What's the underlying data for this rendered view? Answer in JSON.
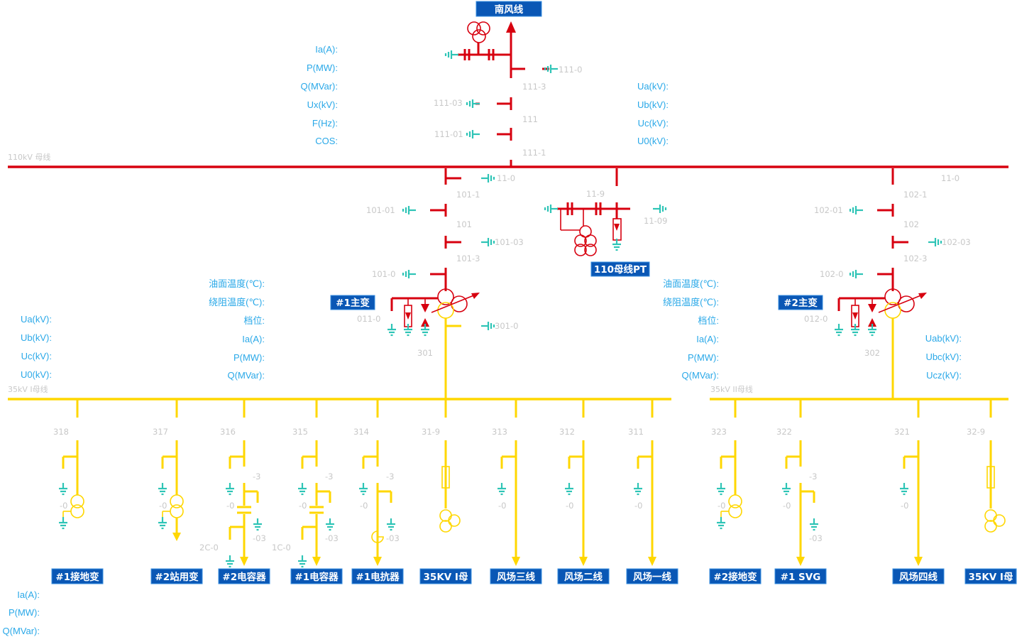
{
  "title": "南风线",
  "colors": {
    "hv_110kv": "#d7000f",
    "lv_35kv": "#ffd700",
    "ground": "#2ec4b6",
    "label_bg": "#0a57b5",
    "measure_text": "#29a8e8",
    "tag_text": "#c8c8c8"
  },
  "line_111": {
    "measurements": [
      "Ia(A):",
      "P(MW):",
      "Q(MVar):",
      "Ux(kV):",
      "F(Hz):",
      "COS:"
    ],
    "tags": {
      "s1110": "111-0",
      "s1113": "111-3",
      "s11103": "111-03",
      "b111": "111",
      "s11101": "111-01",
      "s1111": "111-1"
    }
  },
  "bus110": {
    "name": "110kV 母线",
    "measurements": [
      "Ua(kV):",
      "Ub(kV):",
      "Uc(kV):",
      "U0(kV):"
    ]
  },
  "pt110": {
    "label": "110母线PT",
    "tags": {
      "s119": "11-9",
      "s1109": "11-09"
    }
  },
  "bay101": {
    "tags": {
      "s110": "11-0",
      "s1011": "101-1",
      "s10101": "101-01",
      "b101": "101",
      "s10103": "101-03",
      "s1013": "101-3",
      "s1010": "101-0",
      "s0110": "011-0",
      "s3010": "301-0",
      "b301": "301"
    }
  },
  "bay102": {
    "tags": {
      "s110": "11-0",
      "s1021": "102-1",
      "s10201": "102-01",
      "b102": "102",
      "s10203": "102-03",
      "s1023": "102-3",
      "s1020": "102-0",
      "s0120": "012-0",
      "b302": "302"
    }
  },
  "transformer1": {
    "label": "#1主变",
    "measurements": [
      "油面温度(℃):",
      "绕阻温度(℃):",
      "档位:",
      "Ia(A):",
      "P(MW):",
      "Q(MVar):"
    ]
  },
  "transformer2": {
    "label": "#2主变",
    "measurements": [
      "油面温度(℃):",
      "绕阻温度(℃):",
      "档位:",
      "Ia(A):",
      "P(MW):",
      "Q(MVar):"
    ]
  },
  "bus35_1": {
    "name": "35kV I母线",
    "measurements": [
      "Ua(kV):",
      "Ub(kV):",
      "Uc(kV):",
      "U0(kV):"
    ]
  },
  "bus35_2": {
    "name": "35kV II母线",
    "measurements": [
      "Uab(kV):",
      "Ubc(kV):",
      "Ucz(kV):"
    ]
  },
  "feeders": [
    {
      "id": "318",
      "label": "#1接地变",
      "sub": {
        "g0": "-0"
      }
    },
    {
      "id": "317",
      "label": "#2站用变",
      "sub": {
        "g0": "-0"
      }
    },
    {
      "id": "316",
      "label": "#2电容器",
      "sub": {
        "g0": "-0",
        "s3": "-3",
        "s03": "-03",
        "c0": "2C-0"
      }
    },
    {
      "id": "315",
      "label": "#1电容器",
      "sub": {
        "g0": "-0",
        "s3": "-3",
        "s03": "-03",
        "c0": "1C-0"
      }
    },
    {
      "id": "314",
      "label": "#1电抗器",
      "sub": {
        "g0": "-0",
        "s3": "-3",
        "s03": "-03"
      }
    },
    {
      "id": "31-9",
      "label": "35KV I母",
      "sub": {}
    },
    {
      "id": "313",
      "label": "风场三线",
      "sub": {
        "g0": "-0"
      }
    },
    {
      "id": "312",
      "label": "风场二线",
      "sub": {
        "g0": "-0"
      }
    },
    {
      "id": "311",
      "label": "风场一线",
      "sub": {
        "g0": "-0"
      }
    },
    {
      "id": "323",
      "label": "#2接地变",
      "sub": {
        "g0": "-0"
      }
    },
    {
      "id": "322",
      "label": "#1 SVG",
      "sub": {
        "g0": "-0",
        "s3": "-3",
        "s03": "-03"
      }
    },
    {
      "id": "321",
      "label": "风场四线",
      "sub": {
        "g0": "-0"
      }
    },
    {
      "id": "32-9",
      "label": "35KV I母",
      "sub": {}
    }
  ],
  "bottom_measurements": [
    "Ia(A):",
    "P(MW):",
    "Q(MVar):"
  ]
}
